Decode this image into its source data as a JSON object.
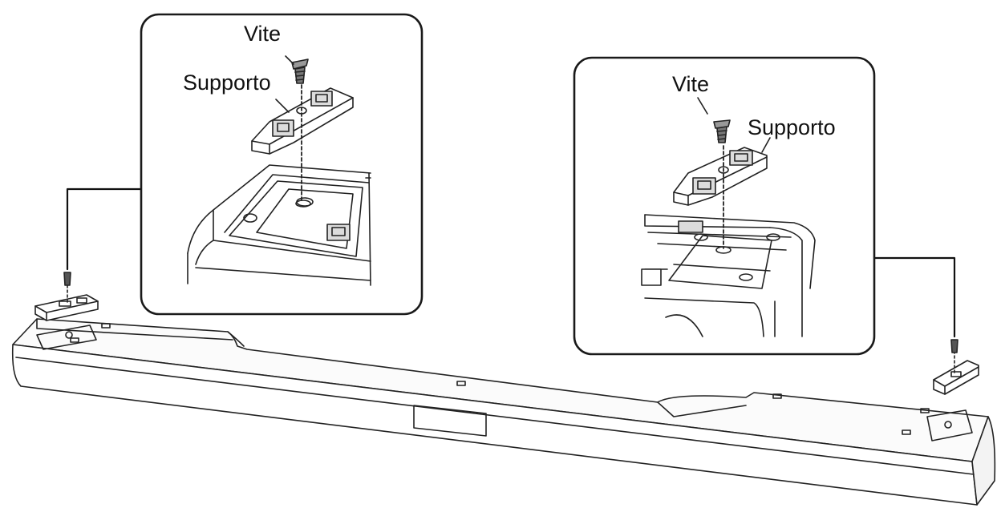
{
  "callouts": {
    "left": {
      "screw_label": "Vite",
      "bracket_label": "Supporto"
    },
    "right": {
      "screw_label": "Vite",
      "bracket_label": "Supporto"
    }
  },
  "colors": {
    "line": "#222222",
    "panel_border": "#1a1a1a",
    "shade": "#dcdcdc",
    "background": "#ffffff"
  }
}
